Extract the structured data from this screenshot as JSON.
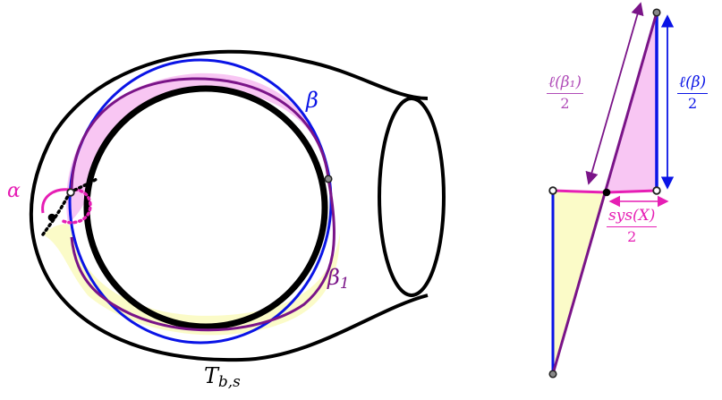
{
  "colors": {
    "outline": "#000000",
    "beta": "#0a14e6",
    "beta1": "#7a1488",
    "alpha": "#e61eb4",
    "pink_fill": "#f8c6f3",
    "yellow_fill": "#fbfbc8",
    "vertex_fill": "#ffffff",
    "vertex_stroke": "#555555"
  },
  "labels": {
    "alpha": "α",
    "beta": "β",
    "beta1_main": "β",
    "beta1_sub": "1",
    "surface_main": "T",
    "surface_sub": "b,s"
  },
  "fractions": {
    "beta1_half": {
      "numerator": "ℓ(β₁)",
      "denominator": "2"
    },
    "beta_half": {
      "numerator": "ℓ(β)",
      "denominator": "2"
    },
    "sys_half": {
      "numerator": "sys(X)",
      "denominator": "2"
    }
  }
}
